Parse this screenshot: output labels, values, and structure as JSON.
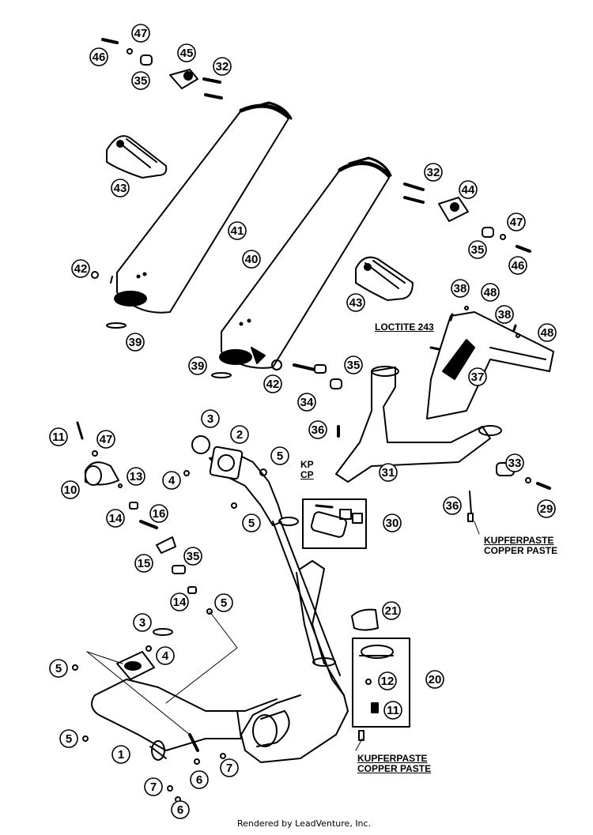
{
  "diagram": {
    "notes": {
      "loctite": "LOCTITE 243",
      "kupfer_right": "KUPFERPASTE",
      "copper_right": "COPPER PASTE",
      "kupfer_lower": "KUPFERPASTE",
      "copper_lower": "COPPER PASTE",
      "kp": "KP",
      "cp": "CP"
    },
    "callouts": [
      {
        "label": "47"
      },
      {
        "label": "46"
      },
      {
        "label": "35"
      },
      {
        "label": "45"
      },
      {
        "label": "32"
      },
      {
        "label": "43"
      },
      {
        "label": "41"
      },
      {
        "label": "40"
      },
      {
        "label": "42"
      },
      {
        "label": "39"
      },
      {
        "label": "32"
      },
      {
        "label": "44"
      },
      {
        "label": "47"
      },
      {
        "label": "35"
      },
      {
        "label": "46"
      },
      {
        "label": "43"
      },
      {
        "label": "38"
      },
      {
        "label": "48"
      },
      {
        "label": "38"
      },
      {
        "label": "48"
      },
      {
        "label": "37"
      },
      {
        "label": "39"
      },
      {
        "label": "42"
      },
      {
        "label": "35"
      },
      {
        "label": "34"
      },
      {
        "label": "36"
      },
      {
        "label": "31"
      },
      {
        "label": "33"
      },
      {
        "label": "29"
      },
      {
        "label": "36"
      },
      {
        "label": "30"
      },
      {
        "label": "11"
      },
      {
        "label": "47"
      },
      {
        "label": "3"
      },
      {
        "label": "2"
      },
      {
        "label": "5"
      },
      {
        "label": "4"
      },
      {
        "label": "5"
      },
      {
        "label": "10"
      },
      {
        "label": "13"
      },
      {
        "label": "14"
      },
      {
        "label": "16"
      },
      {
        "label": "15"
      },
      {
        "label": "35"
      },
      {
        "label": "14"
      },
      {
        "label": "5"
      },
      {
        "label": "3"
      },
      {
        "label": "4"
      },
      {
        "label": "5"
      },
      {
        "label": "21"
      },
      {
        "label": "12"
      },
      {
        "label": "20"
      },
      {
        "label": "11"
      },
      {
        "label": "5"
      },
      {
        "label": "1"
      },
      {
        "label": "6"
      },
      {
        "label": "7"
      },
      {
        "label": "7"
      },
      {
        "label": "6"
      }
    ]
  },
  "footer": {
    "text": "Rendered by LeadVenture, Inc."
  }
}
